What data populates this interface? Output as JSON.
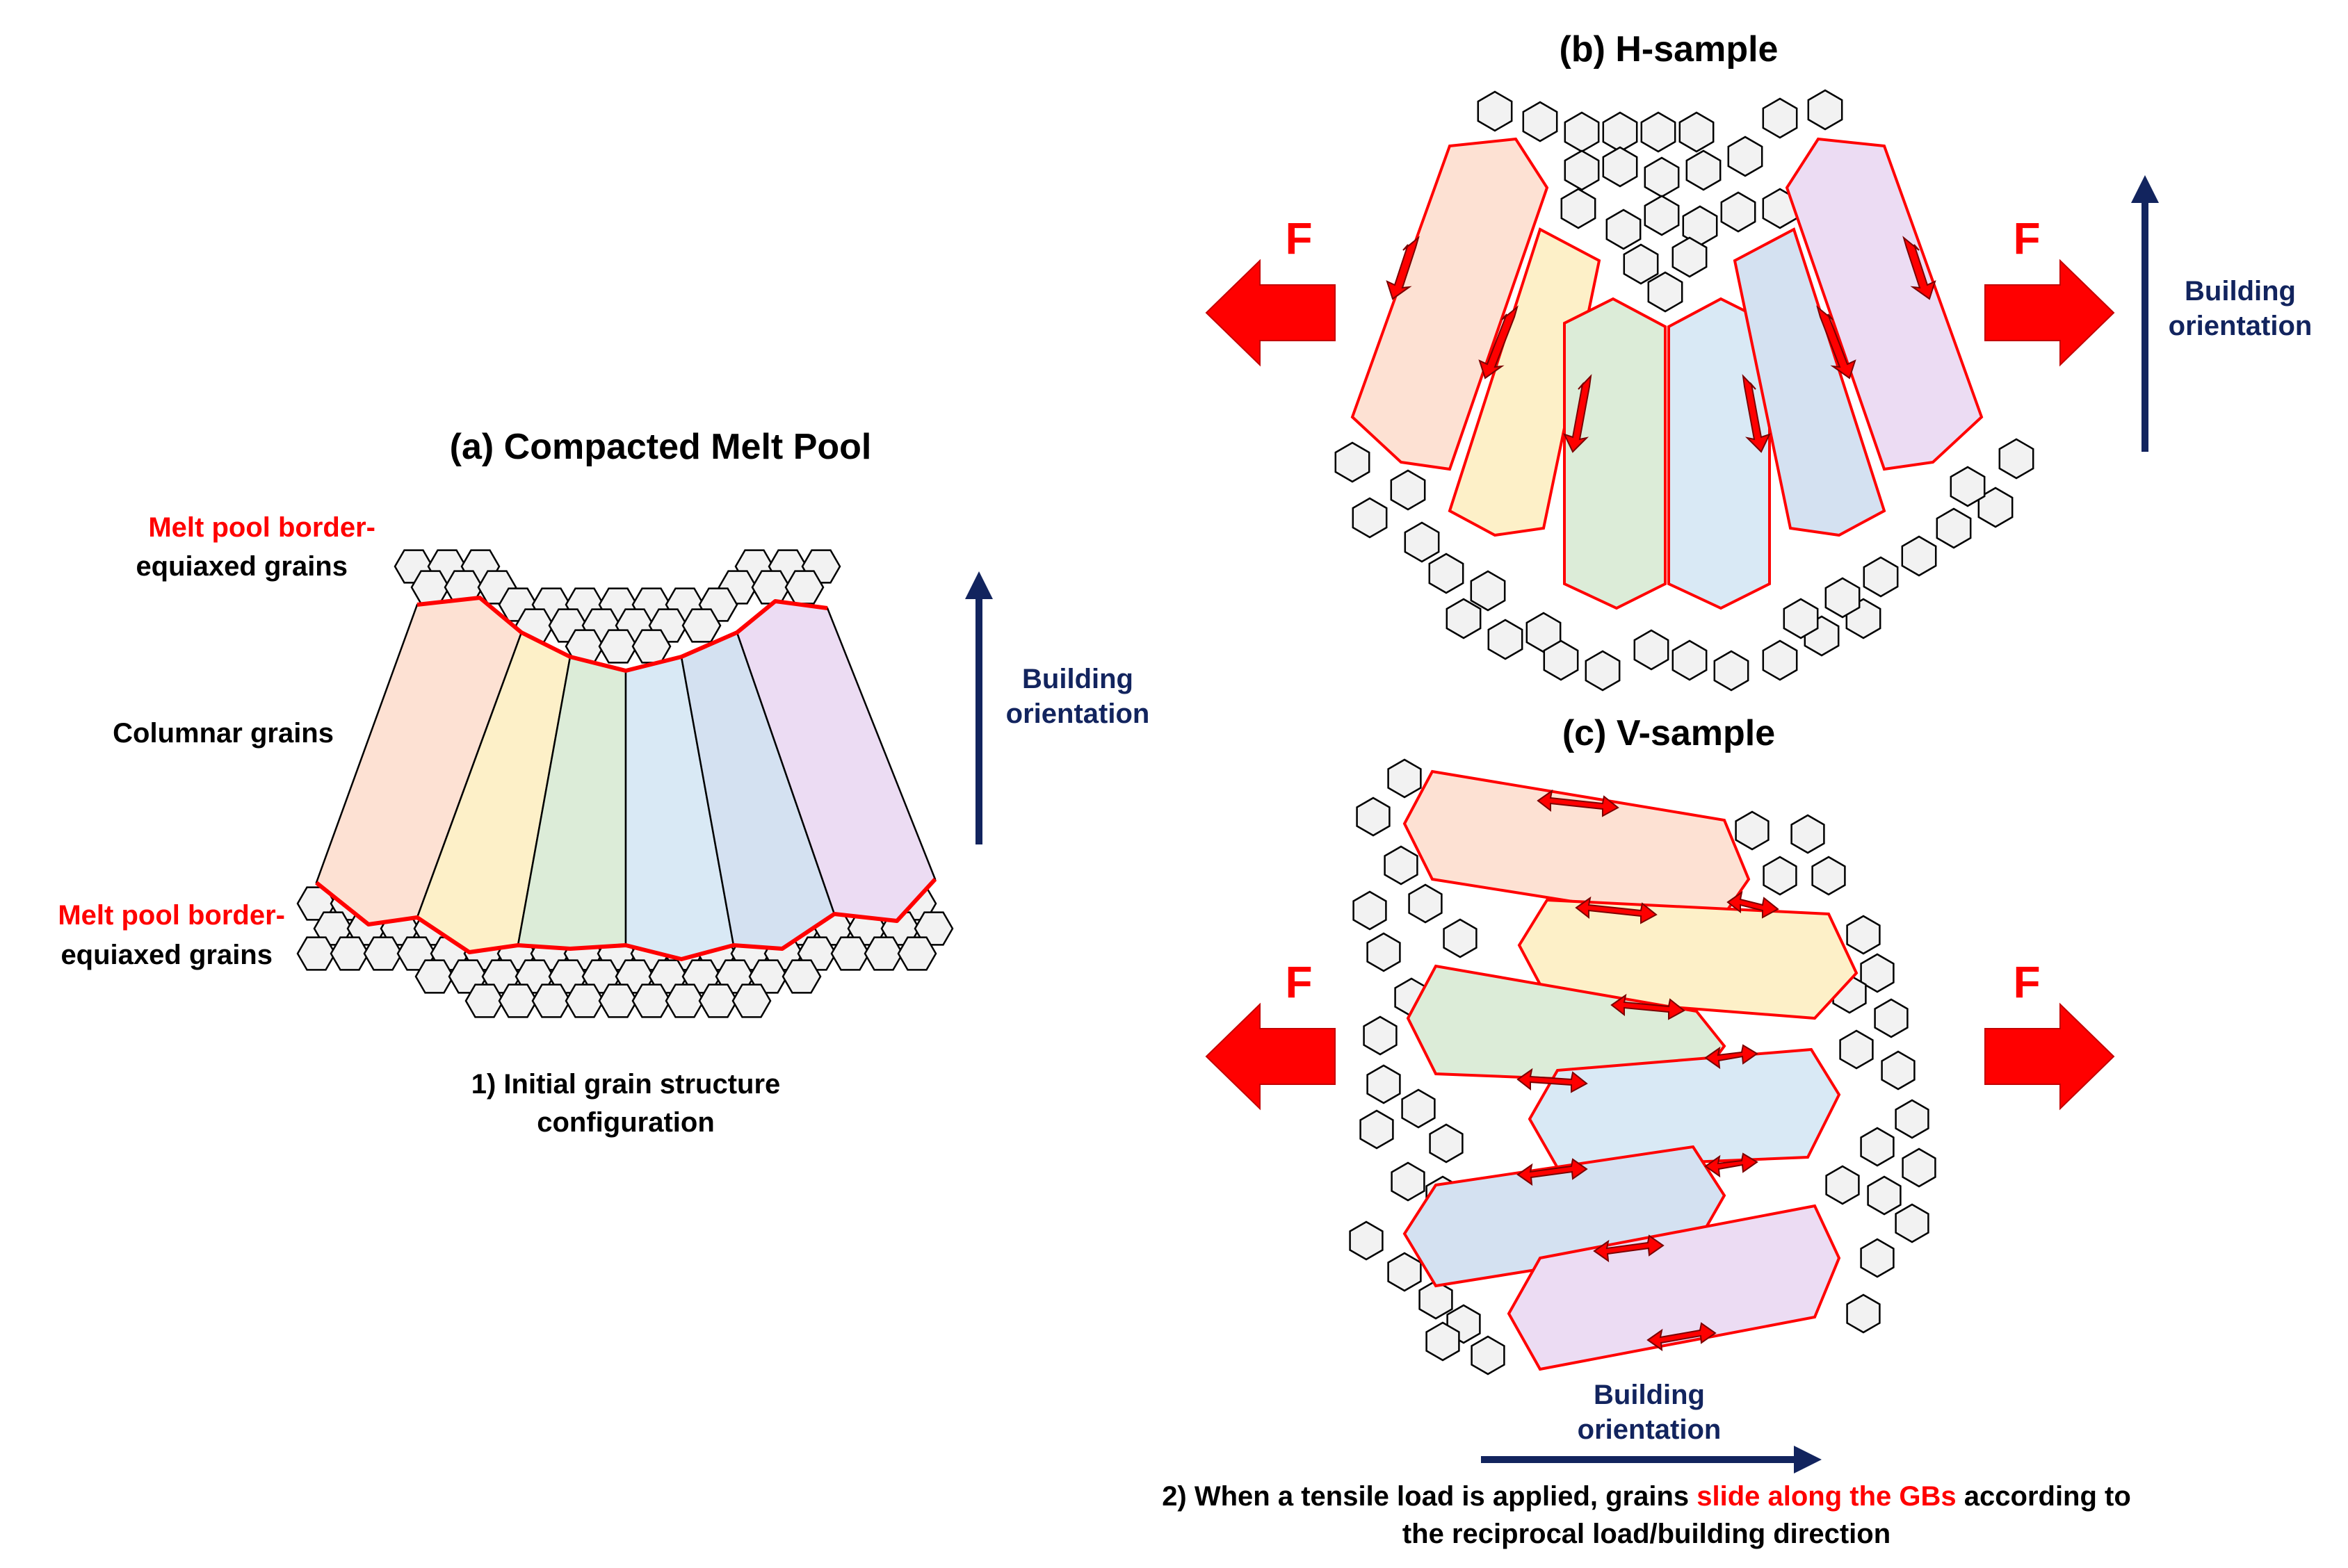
{
  "colors": {
    "border_red": "#ff0000",
    "axis_blue": "#12245e",
    "grain_fills": [
      "#fde1d3",
      "#fdf0c8",
      "#dcecd8",
      "#d9e9f5",
      "#d4e1f1",
      "#ecdcf3"
    ],
    "hex_fill": "#f2f2f2"
  },
  "panel_a": {
    "title": "(a) Compacted Melt Pool",
    "top_border_label_red": "Melt pool border-",
    "top_border_label_black": "equiaxed grains",
    "columnar_label": "Columnar grains",
    "bottom_border_label_red": "Melt pool border-",
    "bottom_border_label_black": "equiaxed grains",
    "orientation_line1": "Building",
    "orientation_line2": "orientation",
    "caption_line1": "1) Initial grain structure",
    "caption_line2": "configuration"
  },
  "panel_b": {
    "title": "(b) H-sample",
    "force_left": "F",
    "force_right": "F",
    "orientation_line1": "Building",
    "orientation_line2": "orientation"
  },
  "panel_c": {
    "title": "(c) V-sample",
    "force_left": "F",
    "force_right": "F",
    "orientation_line1": "Building",
    "orientation_line2": "orientation"
  },
  "caption_2": {
    "part1": "2) When a tensile load is applied, grains ",
    "highlight": "slide along the GBs",
    "part2": " according to",
    "line2": "the reciprocal load/building direction"
  }
}
